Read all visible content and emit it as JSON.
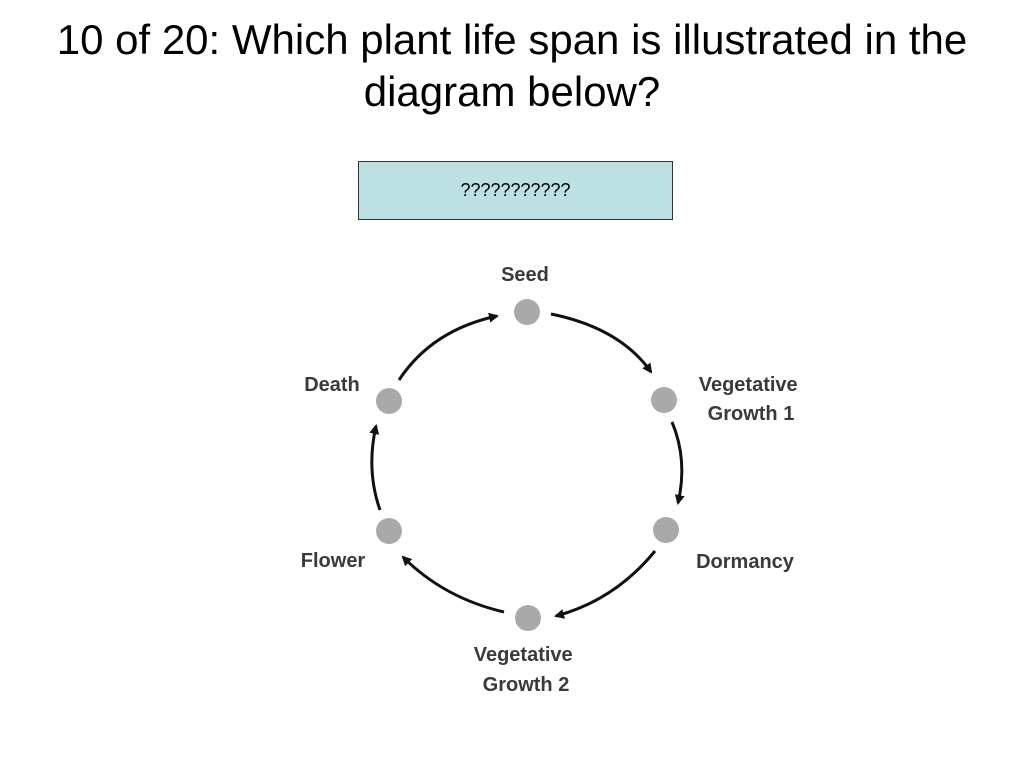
{
  "slide": {
    "title_line1": "10 of 20: Which plant life span is illustrated in the",
    "title_line2": "diagram below?"
  },
  "answer_box": {
    "text": "???????????",
    "background_color": "#bde0e3"
  },
  "diagram": {
    "node_color": "#a9a9a9",
    "arrow_color": "#111111",
    "stages": [
      {
        "lines": [
          "Seed"
        ]
      },
      {
        "lines": [
          "Vegetative",
          "Growth 1"
        ]
      },
      {
        "lines": [
          "Dormancy"
        ]
      },
      {
        "lines": [
          "Vegetative",
          "Growth 2"
        ]
      },
      {
        "lines": [
          "Flower"
        ]
      },
      {
        "lines": [
          "Death"
        ]
      }
    ]
  }
}
